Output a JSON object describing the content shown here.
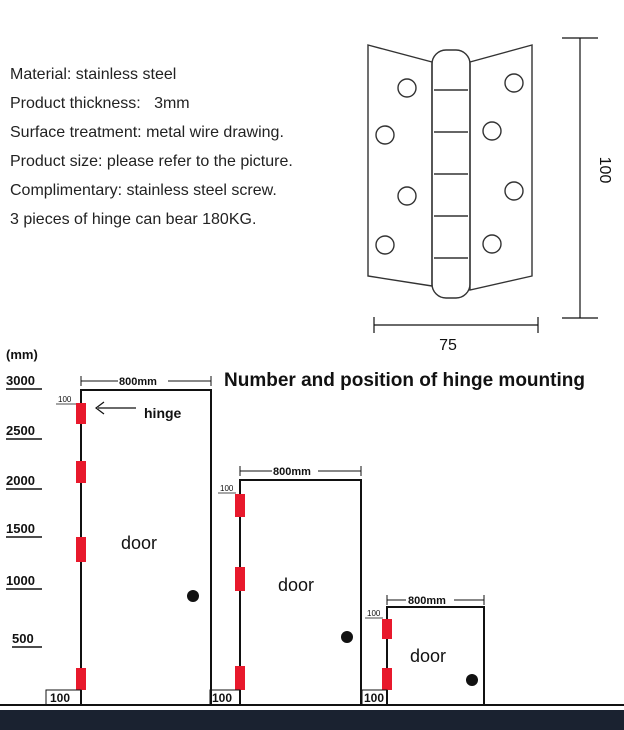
{
  "specs": [
    "Material: stainless steel",
    "Product thickness:   3mm",
    "Surface treatment: metal wire drawing.",
    "Product size: please refer to the picture.",
    "Complimentary: stainless steel screw.",
    "3 pieces of hinge can bear 180KG."
  ],
  "hinge_dims": {
    "height": "100",
    "width": "75"
  },
  "chart": {
    "title": "Number and position of hinge mounting",
    "unit": "(mm)",
    "y_ticks": [
      "3000",
      "2500",
      "2000",
      "1500",
      "1000",
      "500",
      "100"
    ],
    "hinge_label": "hinge",
    "door_label": "door",
    "door_width_label": "800mm",
    "offset_label": "100",
    "bottom_label": "100"
  },
  "colors": {
    "hinge": "#e8192c",
    "line": "#000000"
  }
}
